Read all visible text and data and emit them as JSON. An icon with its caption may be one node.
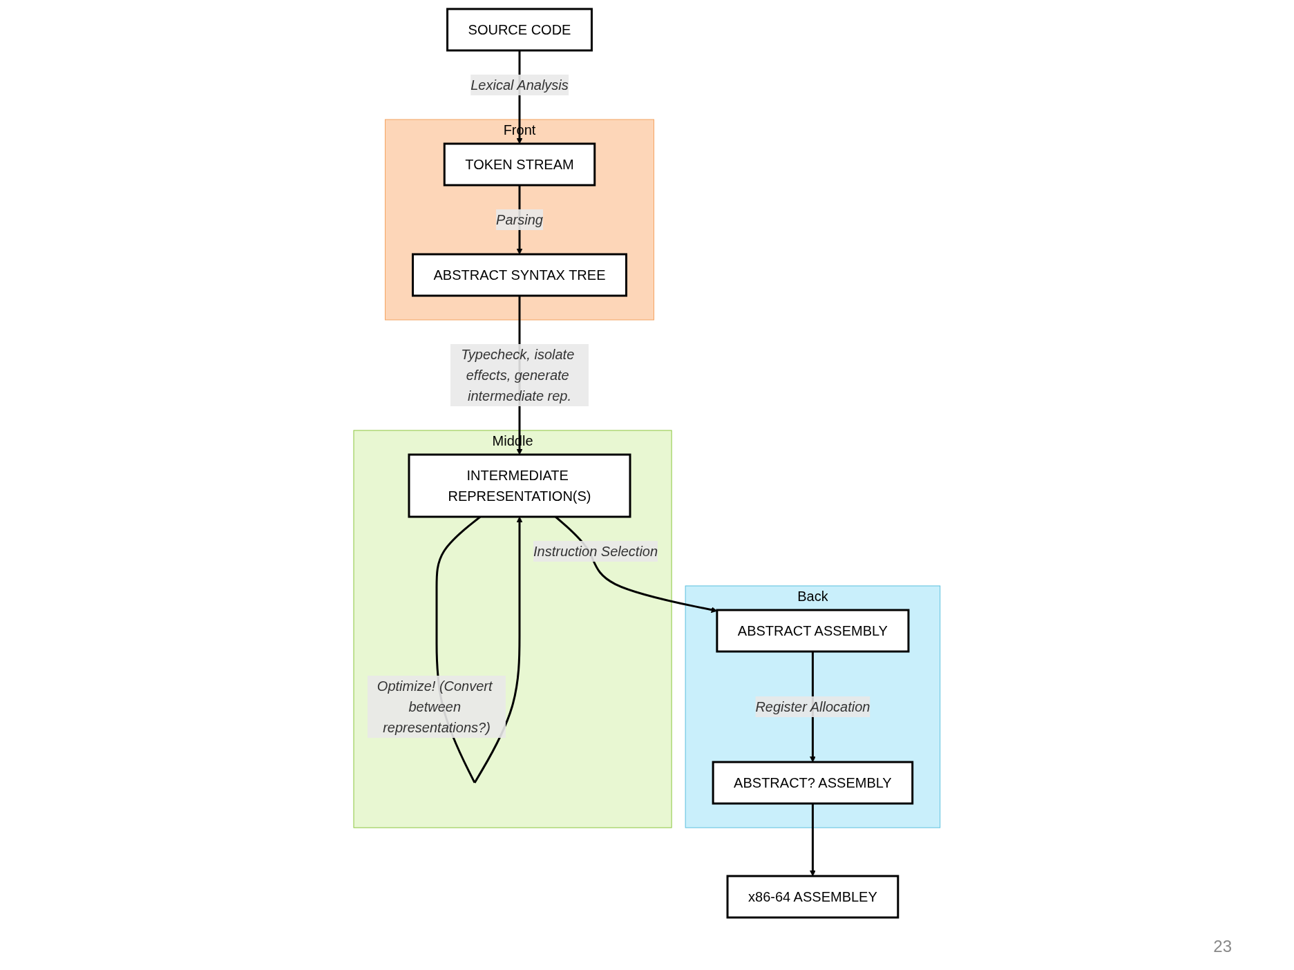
{
  "diagram": {
    "nodes": [
      {
        "text": [
          "SOURCE CODE"
        ]
      },
      {
        "text": [
          "x86-64 ASSEMBLEY"
        ]
      },
      {
        "text": [
          "Front"
        ]
      },
      {
        "text": [
          "TOKEN STREAM"
        ],
        "in": 2
      },
      {
        "text": [
          "ABSTRACT SYNTAX TREE"
        ],
        "in": 2
      },
      {
        "text": [
          "Back"
        ]
      },
      {
        "text": [
          "ABSTRACT? ASSEMBLY"
        ],
        "in": 5
      },
      {
        "text": [
          "ABSTRACT ASSEMBLY"
        ],
        "in": 5
      },
      {
        "text": [
          "Middle"
        ]
      },
      {
        "text": [
          "INTERMEDIATE REPRESENTATION(S)"
        ],
        "in": 8
      }
    ],
    "edges": [
      {
        "from": 0,
        "to": 3,
        "arrow": "to",
        "label": "Lexical Analysis"
      },
      {
        "from": 3,
        "to": 4,
        "arrow": "to",
        "label": "Parsing"
      },
      {
        "from": 4,
        "to": 9,
        "arrow": "to",
        "label": "Typecheck, isolate effects, generate intermediate rep."
      },
      {
        "from": 9,
        "to": 9,
        "arrow": "to",
        "label": "Optimize! (Convert between representations?)"
      },
      {
        "from": 9,
        "to": 7,
        "arrow": "to",
        "label": "Instruction Selection"
      },
      {
        "from": 7,
        "to": 6,
        "arrow": "to",
        "label": "Register Allocation"
      },
      {
        "from": 6,
        "to": 1,
        "arrow": "to"
      }
    ],
    "labels": [
      "23"
    ]
  }
}
